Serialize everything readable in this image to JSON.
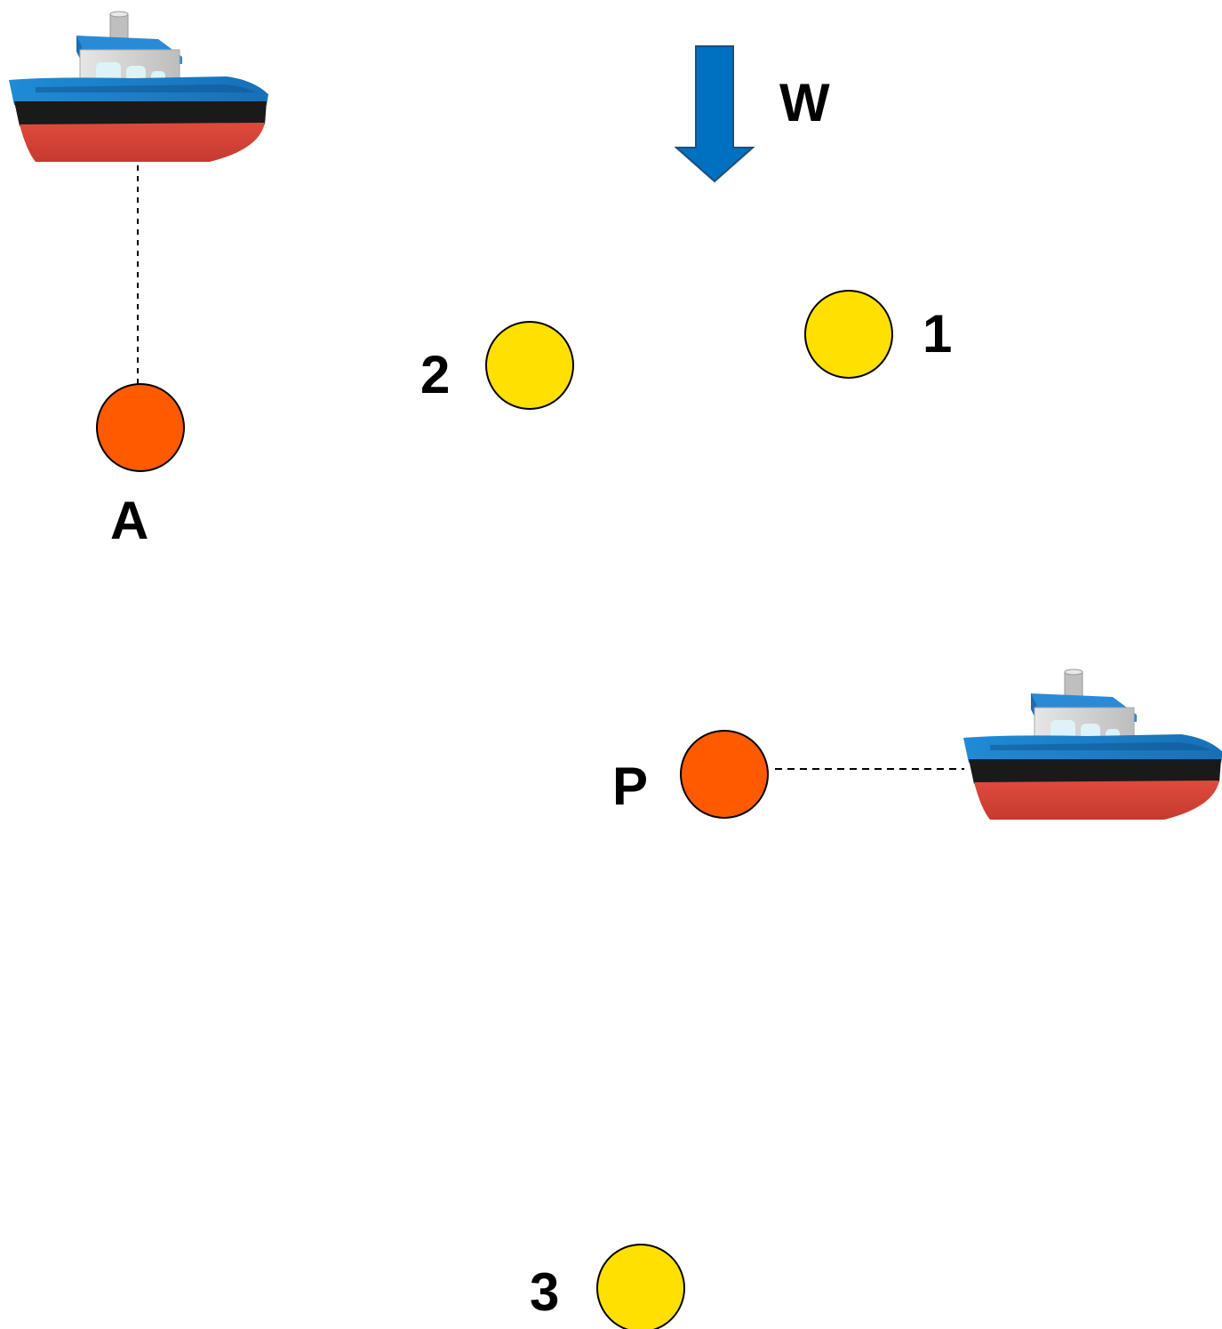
{
  "wind": {
    "label": "W",
    "arrow_color": "#0070C0",
    "direction": "down"
  },
  "colors": {
    "mark_buoy": "#FF5A00",
    "course_buoy": "#FFE000",
    "hull_top": "#1E7FC9",
    "hull_stripe": "#1A1A1A",
    "hull_bottom": "#D64535",
    "cabin": "#CFCFCF",
    "roof": "#2B8AD6"
  },
  "marks": [
    {
      "id": "A",
      "label": "A",
      "type": "committee-boat-mark"
    },
    {
      "id": "P",
      "label": "P",
      "type": "pin-end-mark"
    }
  ],
  "buoys": [
    {
      "id": "1",
      "label": "1"
    },
    {
      "id": "2",
      "label": "2"
    },
    {
      "id": "3",
      "label": "3"
    }
  ],
  "boats": [
    {
      "id": "boat-top-left",
      "icon": "boat-icon"
    },
    {
      "id": "boat-right",
      "icon": "boat-icon"
    }
  ]
}
